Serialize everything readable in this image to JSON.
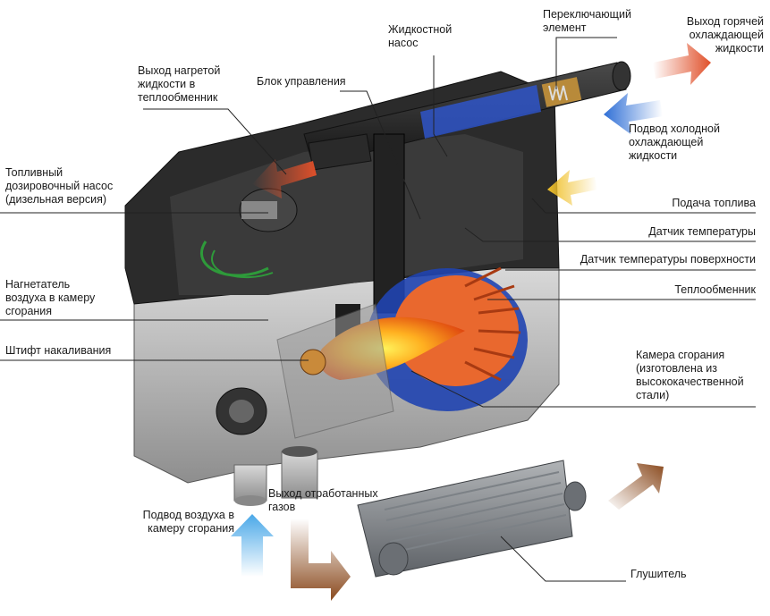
{
  "labels": {
    "hot_coolant_out": "Выход горячей\nохлаждающей\nжидкости",
    "switch_element": "Переключающий\nэлемент",
    "liquid_pump": "Жидкостной\nнасос",
    "heated_liquid_out": "Выход нагретой\nжидкости в\nтеплообменник",
    "control_unit": "Блок управления",
    "cold_coolant_in": "Подвод холодной\nохлаждающей\nжидкости",
    "fuel_dosing_pump": "Топливный\nдозировочный насос\n(дизельная версия)",
    "fuel_supply": "Подача топлива",
    "temp_sensor": "Датчик температуры",
    "surface_temp_sensor": "Датчик температуры поверхности",
    "combustion_air_blower": "Нагнетатель\nвоздуха в камеру\nсгорания",
    "heat_exchanger": "Теплообменник",
    "glow_pin": "Штифт накаливания",
    "combustion_chamber": "Камера сгорания\n(изготовлена из\nвысококачественной\nстали)",
    "exhaust_out": "Выход отработанных\nгазов",
    "air_in": "Подвод воздуха в\nкамеру сгорания",
    "muffler": "Глушитель"
  },
  "colors": {
    "hot_arrow": "#e0502a",
    "cold_arrow": "#2f6fd6",
    "fuel_arrow": "#f0c02a",
    "air_arrow": "#4aa8e8",
    "exhaust_arrow": "#8a4a1e",
    "housing": "#2b2b2b",
    "flame": "#ffb020"
  }
}
